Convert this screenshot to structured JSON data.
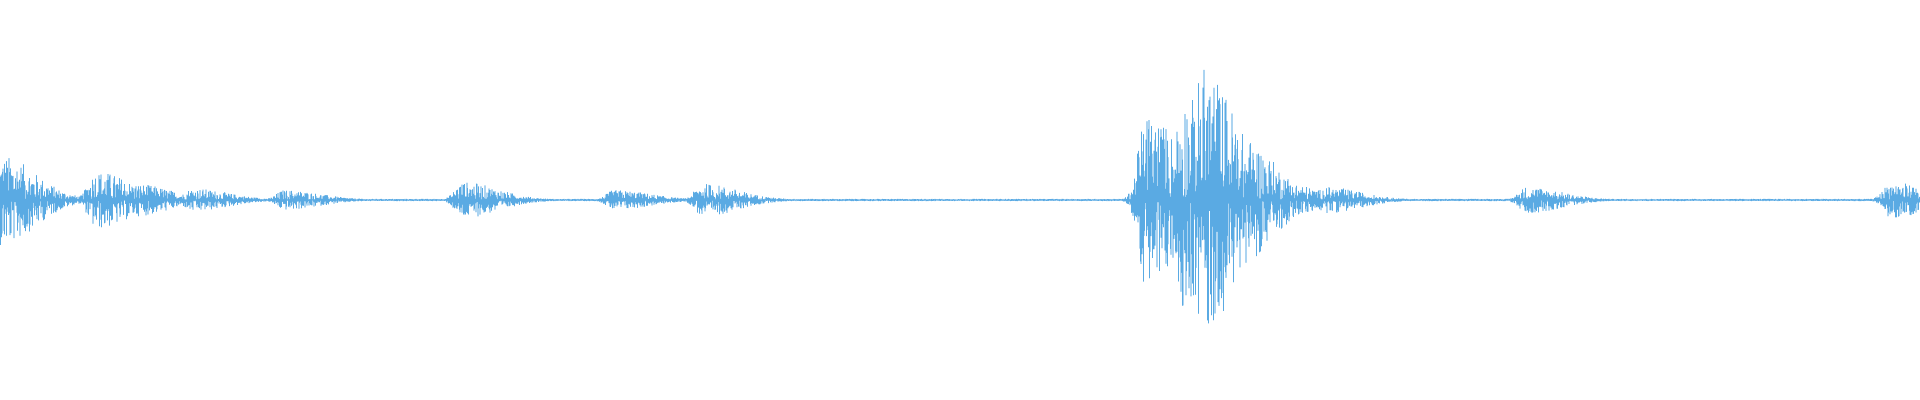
{
  "waveform": {
    "color": "#5aaae3",
    "background": "#ffffff",
    "min_amplitude": 0.004,
    "peak_amplitude": 0.84,
    "bursts": [
      {
        "position": 0.0,
        "amplitude": 0.28
      },
      {
        "position": 0.05,
        "amplitude": 0.18
      },
      {
        "position": 0.07,
        "amplitude": 0.1
      },
      {
        "position": 0.1,
        "amplitude": 0.07
      },
      {
        "position": 0.148,
        "amplitude": 0.06
      },
      {
        "position": 0.241,
        "amplitude": 0.11
      },
      {
        "position": 0.32,
        "amplitude": 0.06
      },
      {
        "position": 0.366,
        "amplitude": 0.1
      },
      {
        "position": 0.597,
        "amplitude": 0.55
      },
      {
        "position": 0.616,
        "amplitude": 0.66
      },
      {
        "position": 0.626,
        "amplitude": 0.84
      },
      {
        "position": 0.645,
        "amplitude": 0.4
      },
      {
        "position": 0.665,
        "amplitude": 0.12
      },
      {
        "position": 0.69,
        "amplitude": 0.08
      },
      {
        "position": 0.795,
        "amplitude": 0.08
      },
      {
        "position": 0.985,
        "amplitude": 0.11
      }
    ]
  }
}
